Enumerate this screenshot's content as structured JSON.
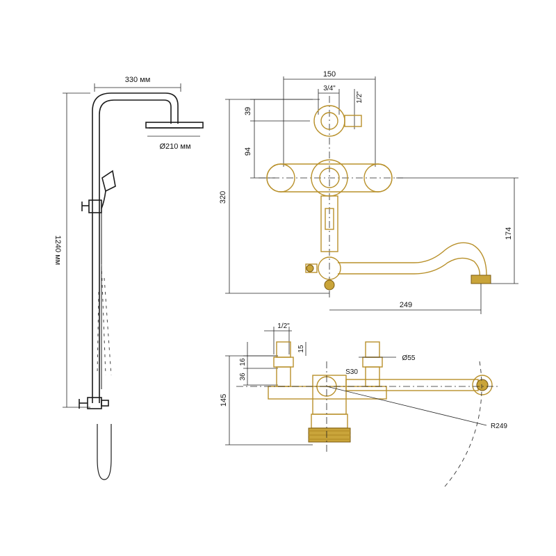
{
  "left_view": {
    "width_label": "330 мм",
    "diameter_label": "Ø210 мм",
    "height_label": "1240 мм"
  },
  "front_view": {
    "top_width": "150",
    "inlet_top": "3/4\"",
    "inlet_side": "1/2\"",
    "dim_39": "39",
    "dim_94": "94",
    "dim_320": "320",
    "dim_174": "174",
    "dim_249": "249"
  },
  "top_view": {
    "inlet": "1/2\"",
    "dim_15": "15",
    "dim_16": "16",
    "dim_36": "36",
    "dim_145": "145",
    "diameter": "Ø55",
    "s30": "S30",
    "radius": "R249"
  }
}
